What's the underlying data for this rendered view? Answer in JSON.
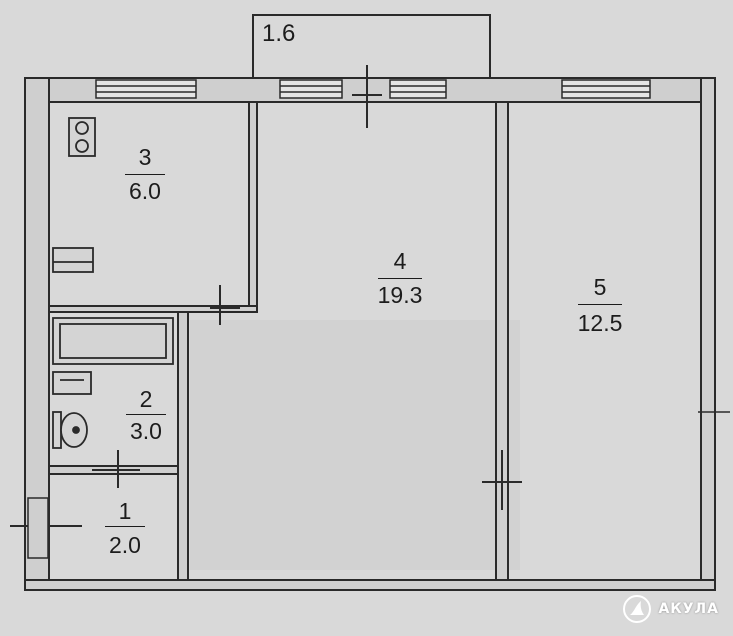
{
  "colors": {
    "paper": "#d9d9d9",
    "wall": "#2a2a2a",
    "wall_fill": "#cfcfcf",
    "ink": "#1c1c1c",
    "watermark": "#ffffff"
  },
  "balcony": {
    "area": "1.6"
  },
  "rooms": [
    {
      "number": "1",
      "area": "2.0"
    },
    {
      "number": "2",
      "area": "3.0"
    },
    {
      "number": "3",
      "area": "6.0"
    },
    {
      "number": "4",
      "area": "19.3"
    },
    {
      "number": "5",
      "area": "12.5"
    }
  ],
  "watermark": {
    "text": "АКУЛА",
    "icon": "shark-fin-icon"
  }
}
